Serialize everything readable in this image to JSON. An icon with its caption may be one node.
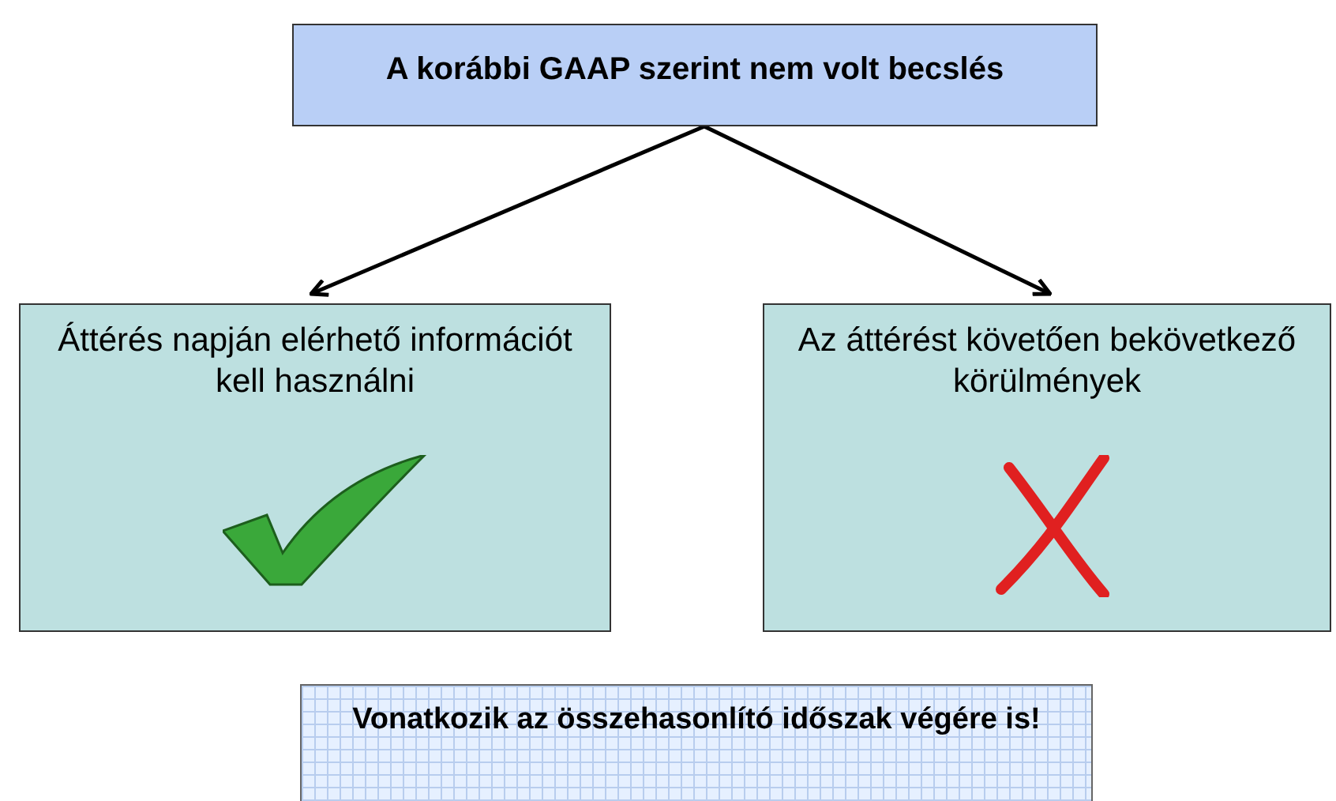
{
  "diagram": {
    "nodes": [
      {
        "text": [
          "A korábbi GAAP szerint nem volt becslés"
        ]
      },
      {
        "text": [
          "Áttérés napján elérhető információt kell használni"
        ]
      },
      {
        "text": [
          "Az áttérést követően bekövetkező körülmények"
        ]
      },
      {
        "text": [
          "Vonatkozik az összehasonlító időszak végére is!"
        ]
      }
    ],
    "edges": [
      {
        "from": 0,
        "to": 1,
        "arrow": "to"
      },
      {
        "from": 0,
        "to": 2,
        "arrow": "to"
      }
    ]
  }
}
